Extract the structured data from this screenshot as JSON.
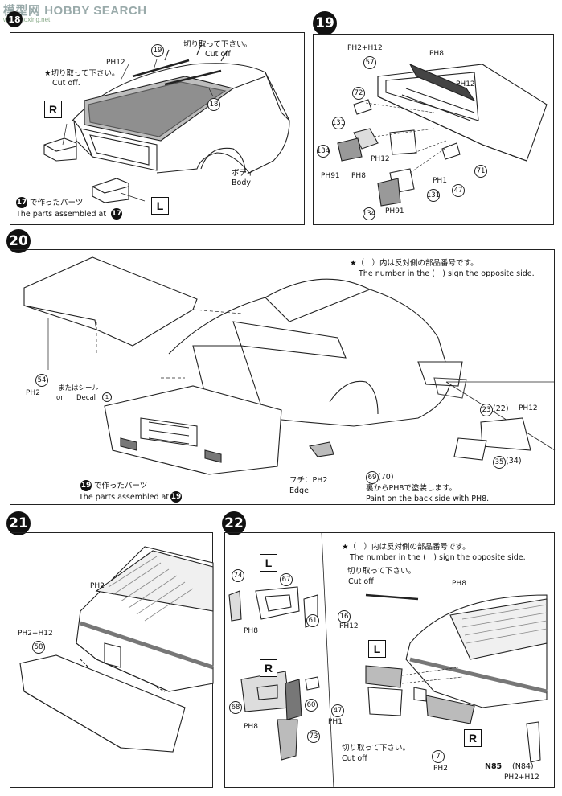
{
  "watermark": {
    "brand": "模型网",
    "product": "HOBBY SEARCH",
    "site": "www.moxing.net"
  },
  "steps": {
    "s19": "19",
    "s20": "20",
    "s21": "21",
    "s22": "22"
  },
  "step18": {
    "cut_jp": "切り取って下さい。",
    "cut_en": "Cut off",
    "star_cut_jp": "★切り取って下さい。",
    "star_cut_en": "Cut off.",
    "ph12": "PH12",
    "p19": "19",
    "p18": "18",
    "side_r": "R",
    "side_l": "L",
    "body_jp": "ボディ",
    "body_en": "Body",
    "made17_jp": "で作ったパーツ",
    "made17_en": "The parts assembled at",
    "p17": "17"
  },
  "step19": {
    "ph2_12": "PH2+H12",
    "ph8": "PH8",
    "ph12a": "PH12",
    "ph12b": "PH12",
    "ph8b": "PH8",
    "ph91a": "PH91",
    "ph91b": "PH91",
    "ph1": "PH1",
    "p57": "57",
    "p72": "72",
    "p131a": "131",
    "p131b": "131",
    "p134a": "134",
    "p134b": "134",
    "p71": "71",
    "p47": "47"
  },
  "step20": {
    "note_jp": "★（　）内は反対側の部品番号です。",
    "note_en": "The number in the (　) sign the opposite side.",
    "p54": "54",
    "ph2": "PH2",
    "or_seal": "またはシール",
    "or": "or",
    "decal": "Decal",
    "decal_no": "1",
    "made19_jp": "で作ったパーツ",
    "made19_en": "The parts assembled at",
    "p19": "19",
    "edge_jp": "フチ：PH2",
    "edge_en": "Edge:",
    "p69": "69",
    "p70": "70",
    "paint_jp": "裏からPH8で塗装します。",
    "paint_en": "Paint on the back side with PH8.",
    "p23": "23",
    "p22": "22",
    "ph12": "PH12",
    "p35": "35",
    "p34": "34"
  },
  "step21": {
    "ph2": "PH2",
    "ph2_12": "PH2+H12",
    "p58": "58"
  },
  "step22": {
    "note_jp": "★（　）内は反対側の部品番号です。",
    "note_en": "The number in the (　) sign the opposite side.",
    "cut_jp": "切り取って下さい。",
    "cut_en": "Cut off",
    "cut2_jp": "切り取って下さい。",
    "cut2_en": "Cut off",
    "side_l": "L",
    "side_r": "R",
    "p74": "74",
    "p67": "67",
    "p61": "61",
    "ph8a": "PH8",
    "p68": "68",
    "p60": "60",
    "p73": "73",
    "ph8b": "PH8",
    "p16": "16",
    "ph12": "PH12",
    "ph8c": "PH8",
    "p47": "47",
    "ph1": "PH1",
    "p7": "7",
    "ph2": "PH2",
    "n85": "N85",
    "n84": "(N84)",
    "ph2_12": "PH2+H12"
  }
}
